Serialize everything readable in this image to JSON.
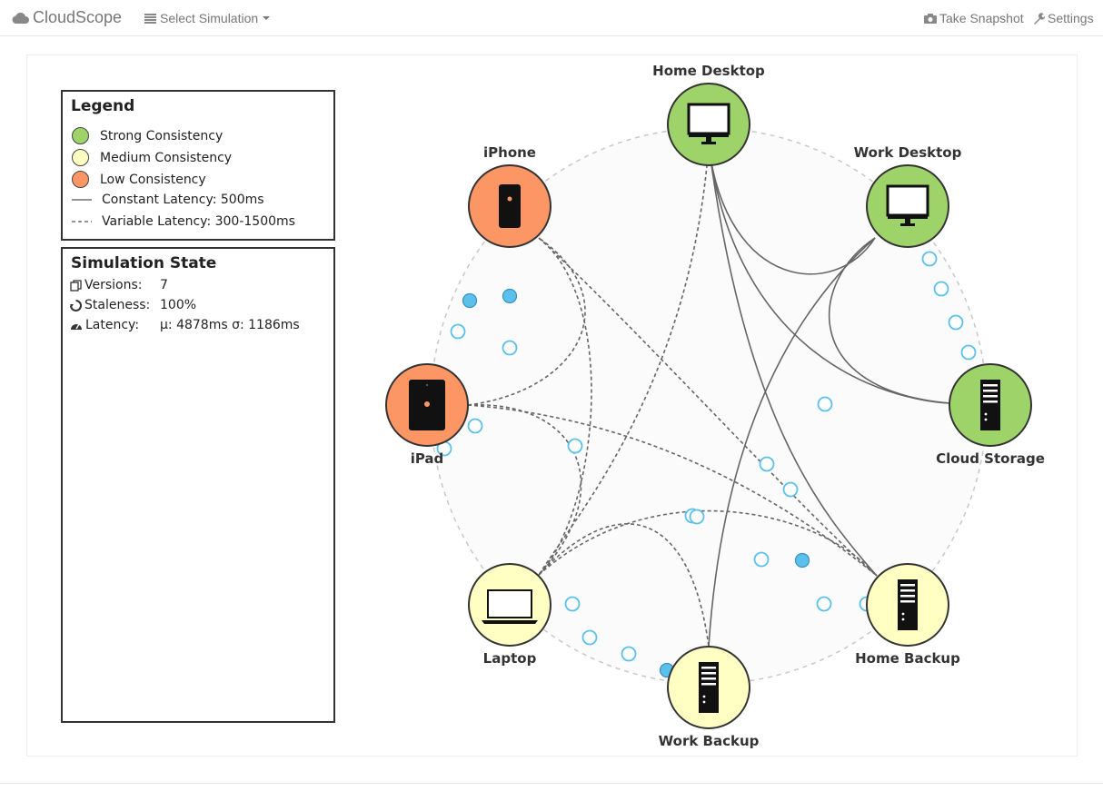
{
  "navbar": {
    "brand": "CloudScope",
    "select_simulation": "Select Simulation",
    "take_snapshot": "Take Snapshot",
    "settings": "Settings",
    "icons": [
      "cloud-icon",
      "list-icon",
      "camera-icon",
      "wrench-icon"
    ]
  },
  "legend": {
    "title": "Legend",
    "items": [
      {
        "label": "Strong Consistency",
        "color": "#9ed36a"
      },
      {
        "label": "Medium Consistency",
        "color": "#ffffc4"
      },
      {
        "label": "Low Consistency",
        "color": "#fc9665"
      },
      {
        "label": "Constant Latency: 500ms",
        "style": "solid"
      },
      {
        "label": "Variable Latency: 300-1500ms",
        "style": "dashed"
      }
    ]
  },
  "simulation_state": {
    "title": "Simulation State",
    "versions_label": "Versions:",
    "versions_value": "7",
    "staleness_label": "Staleness:",
    "staleness_value": "100%",
    "latency_label": "Latency:",
    "latency_value": "μ: 4878ms σ: 1186ms"
  },
  "colors": {
    "strong": "#9ed36a",
    "medium": "#ffffc4",
    "low": "#fc9665",
    "message_filled": "#5bc0eb",
    "message_outline": "#5bc0eb",
    "link": "#666666"
  },
  "nodes": [
    {
      "id": "home-desktop",
      "label": "Home Desktop",
      "consistency": "strong",
      "device": "desktop"
    },
    {
      "id": "work-desktop",
      "label": "Work Desktop",
      "consistency": "strong",
      "device": "desktop"
    },
    {
      "id": "cloud-storage",
      "label": "Cloud Storage",
      "consistency": "strong",
      "device": "server"
    },
    {
      "id": "home-backup",
      "label": "Home Backup",
      "consistency": "medium",
      "device": "server"
    },
    {
      "id": "work-backup",
      "label": "Work Backup",
      "consistency": "medium",
      "device": "server"
    },
    {
      "id": "laptop",
      "label": "Laptop",
      "consistency": "medium",
      "device": "laptop"
    },
    {
      "id": "ipad",
      "label": "iPad",
      "consistency": "low",
      "device": "tablet"
    },
    {
      "id": "iphone",
      "label": "iPhone",
      "consistency": "low",
      "device": "phone"
    }
  ],
  "links": [
    {
      "source": "home-desktop",
      "target": "work-desktop",
      "style": "solid"
    },
    {
      "source": "home-desktop",
      "target": "cloud-storage",
      "style": "solid"
    },
    {
      "source": "home-desktop",
      "target": "home-backup",
      "style": "solid"
    },
    {
      "source": "home-desktop",
      "target": "laptop",
      "style": "dashed"
    },
    {
      "source": "work-desktop",
      "target": "cloud-storage",
      "style": "solid"
    },
    {
      "source": "work-desktop",
      "target": "work-backup",
      "style": "solid"
    },
    {
      "source": "laptop",
      "target": "iphone",
      "style": "dashed"
    },
    {
      "source": "laptop",
      "target": "ipad",
      "style": "dashed"
    },
    {
      "source": "laptop",
      "target": "home-backup",
      "style": "dashed"
    },
    {
      "source": "laptop",
      "target": "work-backup",
      "style": "dashed"
    },
    {
      "source": "ipad",
      "target": "iphone",
      "style": "dashed"
    },
    {
      "source": "ipad",
      "target": "home-backup",
      "style": "dashed"
    },
    {
      "source": "iphone",
      "target": "home-backup",
      "style": "dashed"
    }
  ],
  "messages": {
    "filled_count": 4,
    "outline_count": 23
  }
}
